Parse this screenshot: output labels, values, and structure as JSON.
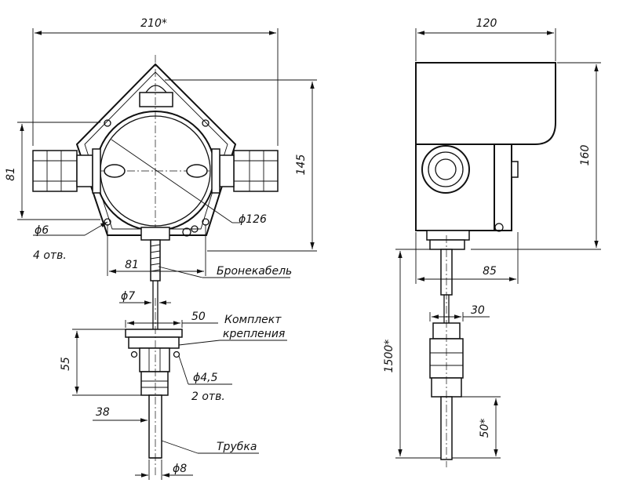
{
  "labels": {
    "dim_210": "210*",
    "dim_81_v": "81",
    "dim_145": "145",
    "dim_d126": "ϕ126",
    "dim_d6": "ϕ6",
    "holes_4": "4 отв.",
    "dim_81_h": "81",
    "armored_cable": "Бронекабель",
    "dim_d7": "ϕ7",
    "dim_50": "50",
    "mount_kit_line1": "Комплект",
    "mount_kit_line2": "крепления",
    "dim_55": "55",
    "dim_d45": "ϕ4,5",
    "holes_2": "2 отв.",
    "dim_38": "38",
    "tube": "Трубка",
    "dim_d8": "ϕ8",
    "dim_120": "120",
    "dim_160": "160",
    "dim_85": "85",
    "dim_30": "30",
    "dim_1500": "1500*",
    "dim_50s": "50*"
  }
}
